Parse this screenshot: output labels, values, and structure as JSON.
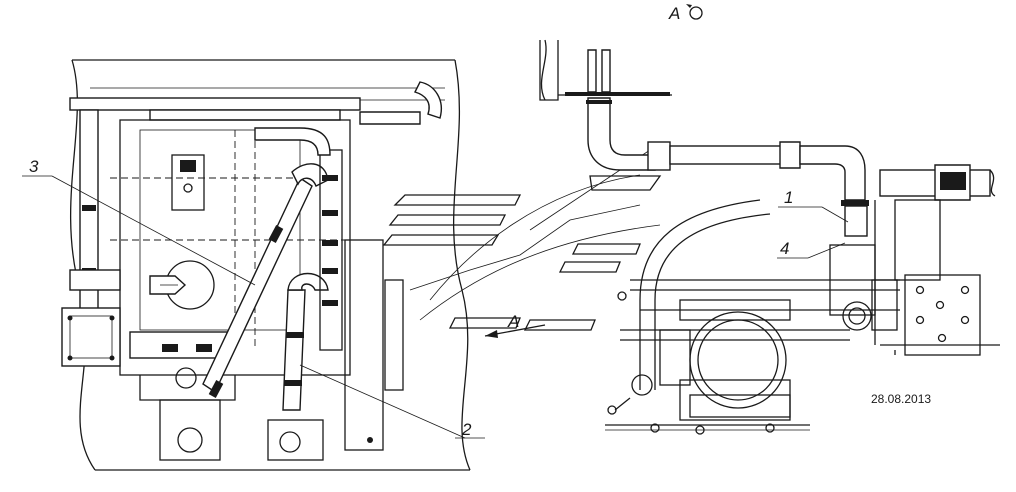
{
  "view_title": "А",
  "arrow_label": "А",
  "callouts": [
    {
      "label": "1"
    },
    {
      "label": "2"
    },
    {
      "label": "3"
    },
    {
      "label": "4"
    }
  ],
  "date": "28.08.2013"
}
